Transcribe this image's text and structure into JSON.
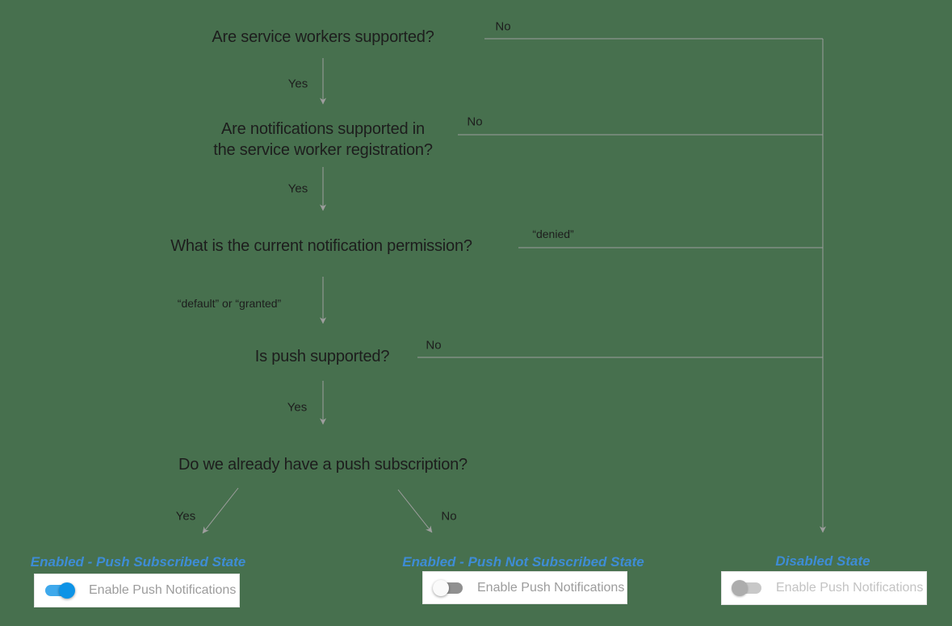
{
  "flowchart": {
    "questions": {
      "q1": "Are service workers supported?",
      "q2": "Are notifications supported in\nthe service worker registration?",
      "q3": "What is the current notification permission?",
      "q4": "Is push supported?",
      "q5": "Do we already have a push subscription?"
    },
    "branch_labels": {
      "q1_yes": "Yes",
      "q1_no": "No",
      "q2_yes": "Yes",
      "q2_no": "No",
      "q3_down": "“default” or “granted”",
      "q3_no": "“denied”",
      "q4_yes": "Yes",
      "q4_no": "No",
      "q5_yes": "Yes",
      "q5_no": "No"
    }
  },
  "states": [
    {
      "title": "Enabled - Push Subscribed State",
      "toggle": "on",
      "label": "Enable Push Notifications"
    },
    {
      "title": "Enabled - Push Not Subscribed State",
      "toggle": "off",
      "label": "Enable Push Notifications"
    },
    {
      "title": "Disabled State",
      "toggle": "disabled",
      "label": "Enable Push Notifications"
    }
  ],
  "colors": {
    "background": "#47704E",
    "line": "#9E9E9E",
    "question_text": "#1D1D1D",
    "state_title_blue": "#3E8CD5",
    "toggle_on_track": "#3FA9EC",
    "toggle_on_thumb": "#0D93E6",
    "toggle_off_track": "#909090",
    "toggle_off_thumb": "#FAFAFA",
    "toggle_disabled_track": "#C8C8C8",
    "toggle_disabled_thumb": "#ADADAD",
    "card_background": "#FFFFFF",
    "card_label_gray": "#9C9C9C",
    "card_label_disabled_gray": "#C3C3C3"
  }
}
